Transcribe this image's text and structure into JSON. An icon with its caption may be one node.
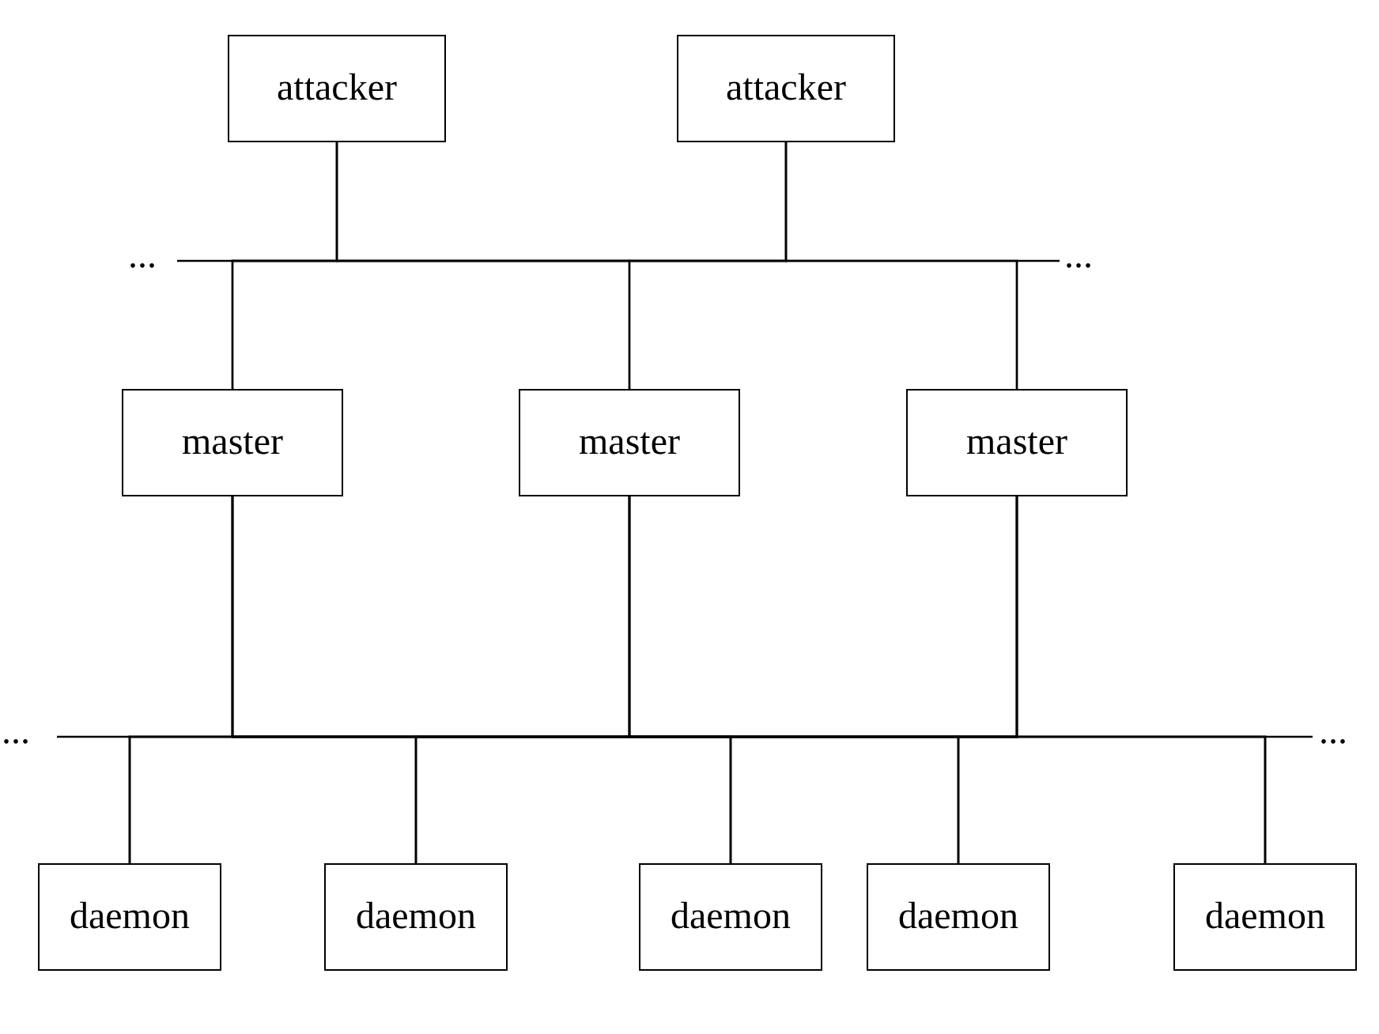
{
  "diagram": {
    "nodes": [
      {
        "text": [
          "attacker"
        ]
      },
      {
        "text": [
          "attacker"
        ]
      },
      {
        "text": [
          "master"
        ]
      },
      {
        "text": [
          "master"
        ]
      },
      {
        "text": [
          "master"
        ]
      },
      {
        "text": [
          "daemon"
        ]
      },
      {
        "text": [
          "daemon"
        ]
      },
      {
        "text": [
          "daemon"
        ]
      },
      {
        "text": [
          "daemon"
        ]
      },
      {
        "text": [
          "daemon"
        ]
      }
    ],
    "edges": [
      {
        "from": 0,
        "to": 2,
        "arrow": "none"
      },
      {
        "from": 0,
        "to": 3,
        "arrow": "none"
      },
      {
        "from": 0,
        "to": 4,
        "arrow": "none"
      },
      {
        "from": 1,
        "to": 2,
        "arrow": "none"
      },
      {
        "from": 1,
        "to": 3,
        "arrow": "none"
      },
      {
        "from": 1,
        "to": 4,
        "arrow": "none"
      },
      {
        "from": 2,
        "to": 5,
        "arrow": "none"
      },
      {
        "from": 2,
        "to": 6,
        "arrow": "none"
      },
      {
        "from": 2,
        "to": 7,
        "arrow": "none"
      },
      {
        "from": 2,
        "to": 8,
        "arrow": "none"
      },
      {
        "from": 2,
        "to": 9,
        "arrow": "none"
      },
      {
        "from": 3,
        "to": 5,
        "arrow": "none"
      },
      {
        "from": 3,
        "to": 6,
        "arrow": "none"
      },
      {
        "from": 3,
        "to": 7,
        "arrow": "none"
      },
      {
        "from": 3,
        "to": 8,
        "arrow": "none"
      },
      {
        "from": 3,
        "to": 9,
        "arrow": "none"
      },
      {
        "from": 4,
        "to": 5,
        "arrow": "none"
      },
      {
        "from": 4,
        "to": 6,
        "arrow": "none"
      },
      {
        "from": 4,
        "to": 7,
        "arrow": "none"
      },
      {
        "from": 4,
        "to": 8,
        "arrow": "none"
      },
      {
        "from": 4,
        "to": 9,
        "arrow": "none"
      }
    ],
    "labels": [
      "...",
      "...",
      "...",
      "..."
    ]
  }
}
